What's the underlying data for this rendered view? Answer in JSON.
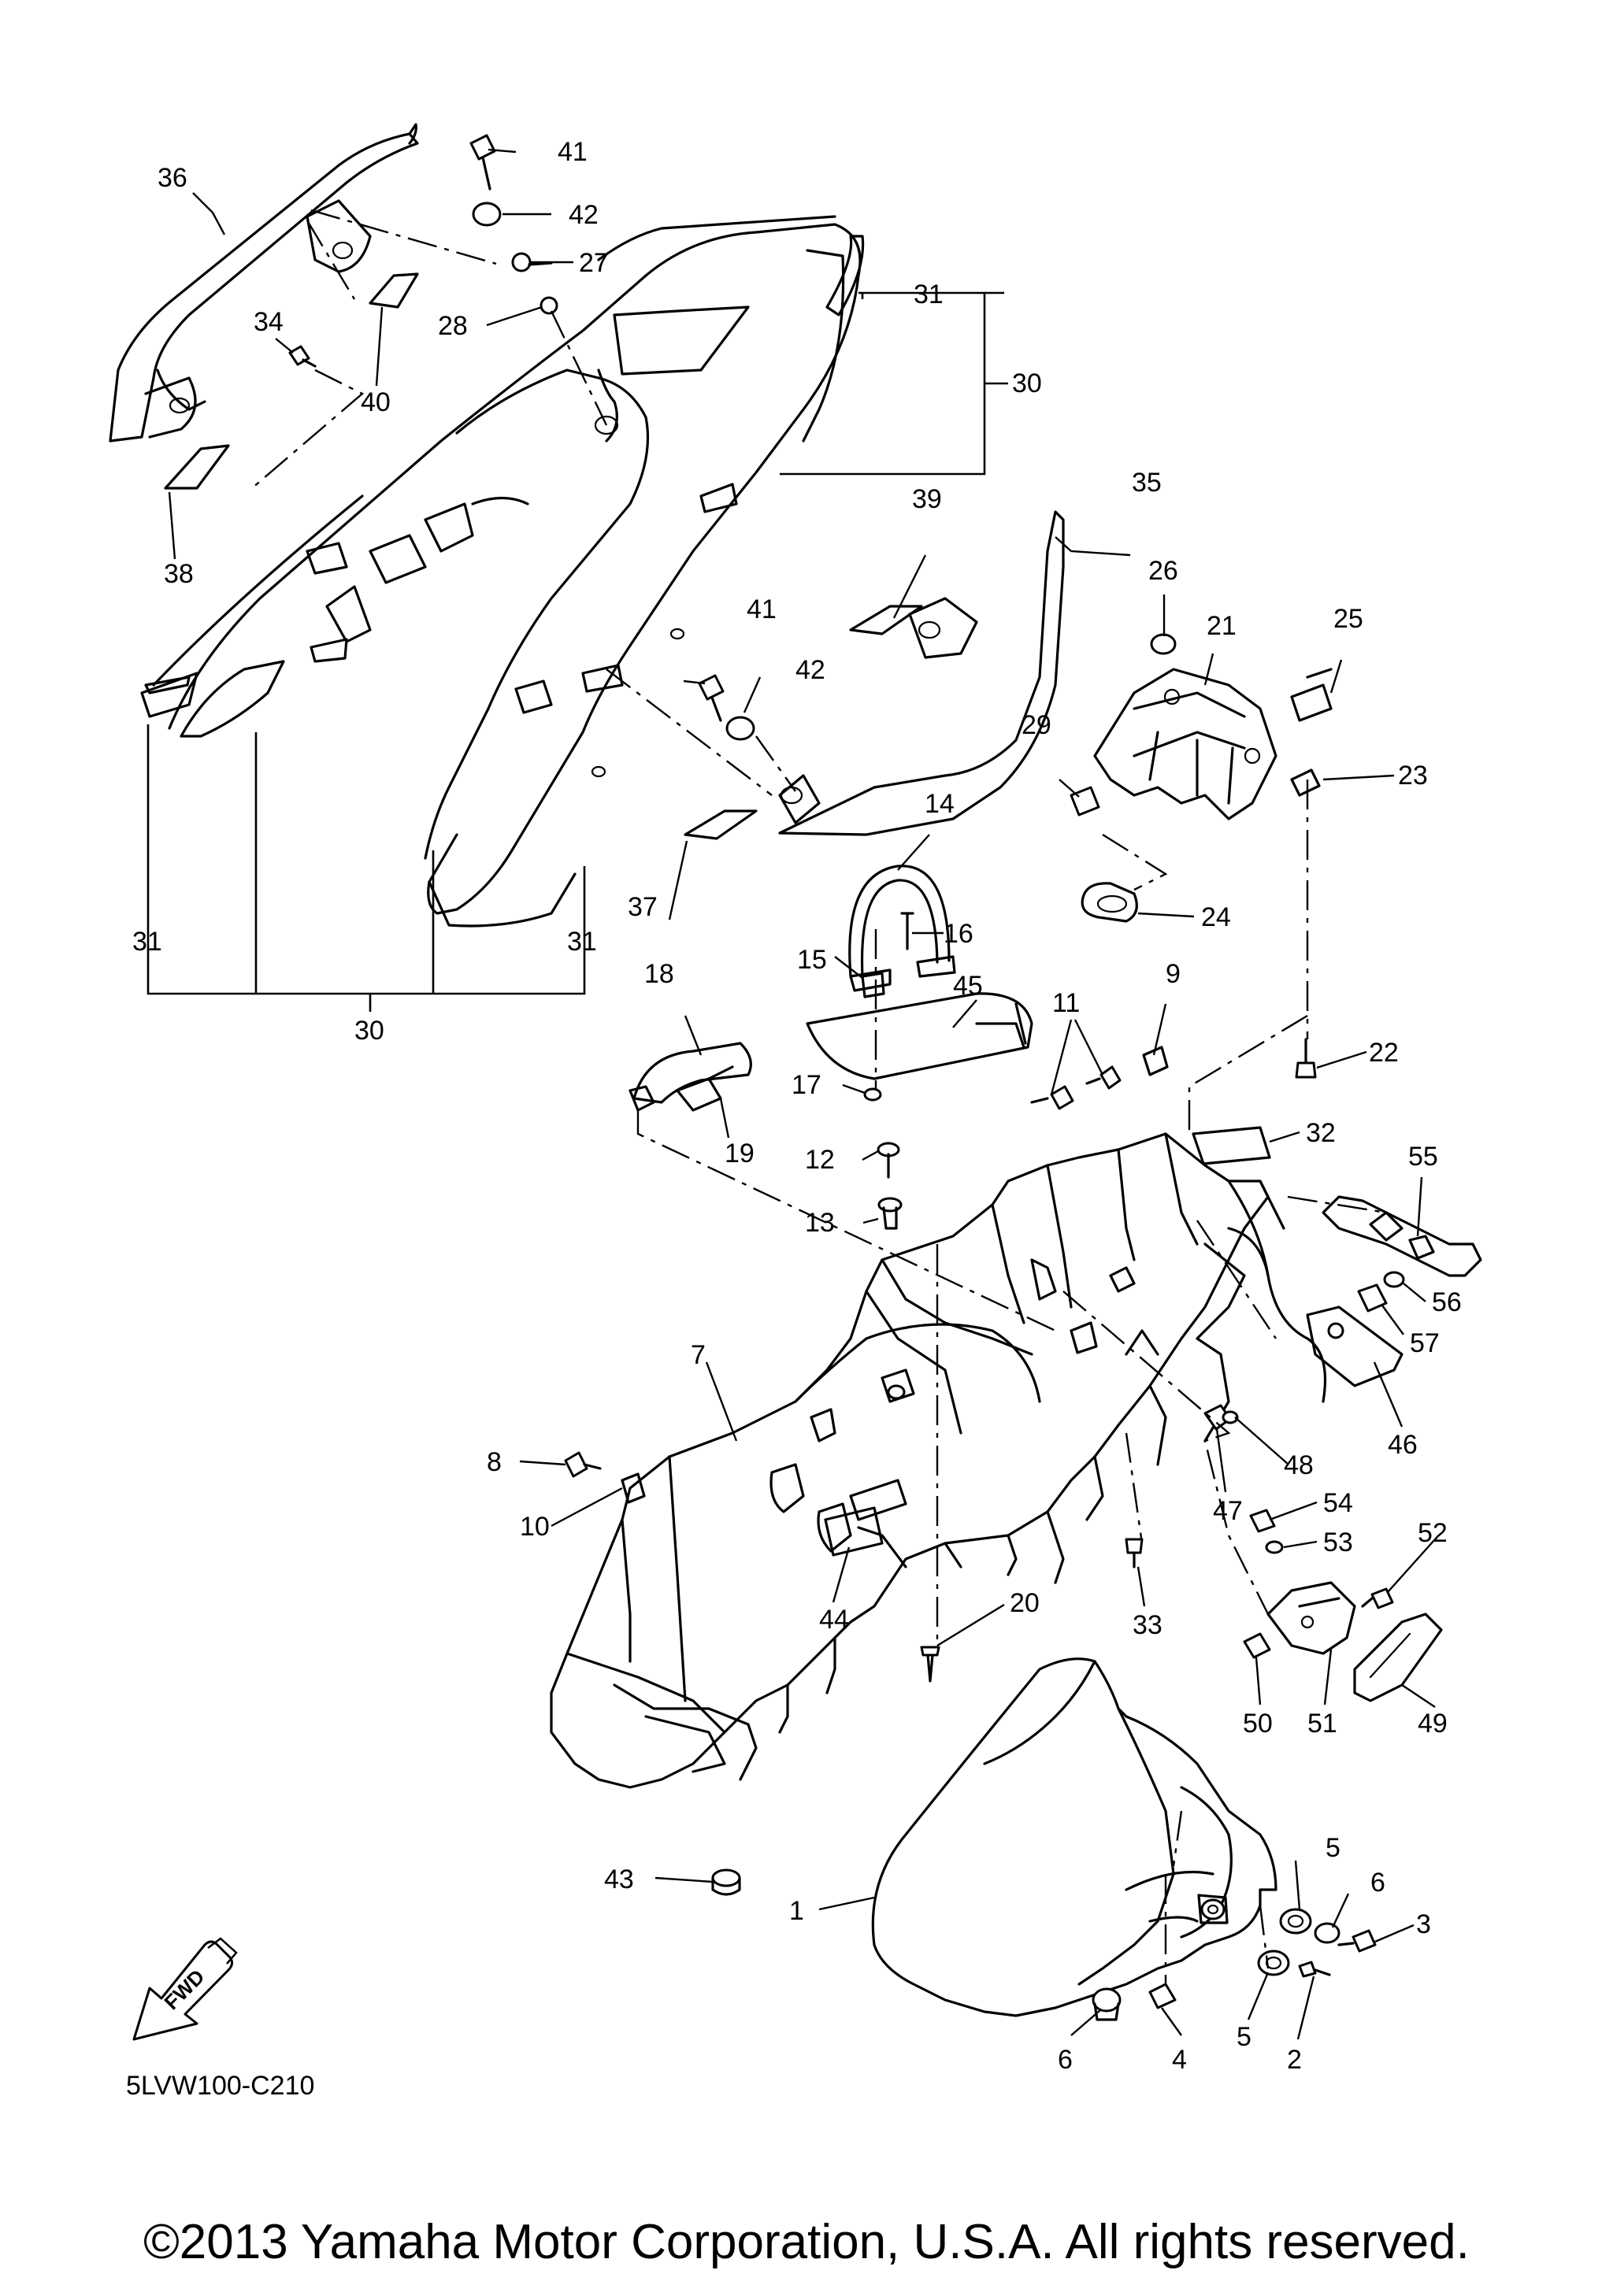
{
  "diagram": {
    "code": "5LVW100-C210",
    "copyright": "©2013 Yamaha Motor Corporation, U.S.A. All rights reserved.",
    "fwd_label": "FWD",
    "callouts": [
      {
        "id": "c1",
        "text": "1"
      },
      {
        "id": "c2",
        "text": "2"
      },
      {
        "id": "c3",
        "text": "3"
      },
      {
        "id": "c4",
        "text": "4"
      },
      {
        "id": "c5a",
        "text": "5"
      },
      {
        "id": "c5b",
        "text": "5"
      },
      {
        "id": "c6a",
        "text": "6"
      },
      {
        "id": "c6b",
        "text": "6"
      },
      {
        "id": "c7",
        "text": "7"
      },
      {
        "id": "c8",
        "text": "8"
      },
      {
        "id": "c9",
        "text": "9"
      },
      {
        "id": "c10",
        "text": "10"
      },
      {
        "id": "c11",
        "text": "11"
      },
      {
        "id": "c12",
        "text": "12"
      },
      {
        "id": "c13",
        "text": "13"
      },
      {
        "id": "c14",
        "text": "14"
      },
      {
        "id": "c15",
        "text": "15"
      },
      {
        "id": "c16",
        "text": "16"
      },
      {
        "id": "c17",
        "text": "17"
      },
      {
        "id": "c18",
        "text": "18"
      },
      {
        "id": "c19",
        "text": "19"
      },
      {
        "id": "c20",
        "text": "20"
      },
      {
        "id": "c21",
        "text": "21"
      },
      {
        "id": "c22",
        "text": "22"
      },
      {
        "id": "c23",
        "text": "23"
      },
      {
        "id": "c24",
        "text": "24"
      },
      {
        "id": "c25",
        "text": "25"
      },
      {
        "id": "c26",
        "text": "26"
      },
      {
        "id": "c27",
        "text": "27"
      },
      {
        "id": "c28",
        "text": "28"
      },
      {
        "id": "c29",
        "text": "29"
      },
      {
        "id": "c30a",
        "text": "30"
      },
      {
        "id": "c30b",
        "text": "30"
      },
      {
        "id": "c31a",
        "text": "31"
      },
      {
        "id": "c31b",
        "text": "31"
      },
      {
        "id": "c31c",
        "text": "31"
      },
      {
        "id": "c32",
        "text": "32"
      },
      {
        "id": "c33",
        "text": "33"
      },
      {
        "id": "c34",
        "text": "34"
      },
      {
        "id": "c35",
        "text": "35"
      },
      {
        "id": "c36",
        "text": "36"
      },
      {
        "id": "c37",
        "text": "37"
      },
      {
        "id": "c38",
        "text": "38"
      },
      {
        "id": "c39",
        "text": "39"
      },
      {
        "id": "c40",
        "text": "40"
      },
      {
        "id": "c41a",
        "text": "41"
      },
      {
        "id": "c41b",
        "text": "41"
      },
      {
        "id": "c42a",
        "text": "42"
      },
      {
        "id": "c42b",
        "text": "42"
      },
      {
        "id": "c43",
        "text": "43"
      },
      {
        "id": "c44",
        "text": "44"
      },
      {
        "id": "c45",
        "text": "45"
      },
      {
        "id": "c46",
        "text": "46"
      },
      {
        "id": "c47",
        "text": "47"
      },
      {
        "id": "c48",
        "text": "48"
      },
      {
        "id": "c49",
        "text": "49"
      },
      {
        "id": "c50",
        "text": "50"
      },
      {
        "id": "c51",
        "text": "51"
      },
      {
        "id": "c52",
        "text": "52"
      },
      {
        "id": "c53",
        "text": "53"
      },
      {
        "id": "c54",
        "text": "54"
      },
      {
        "id": "c55",
        "text": "55"
      },
      {
        "id": "c56",
        "text": "56"
      },
      {
        "id": "c57",
        "text": "57"
      }
    ]
  }
}
